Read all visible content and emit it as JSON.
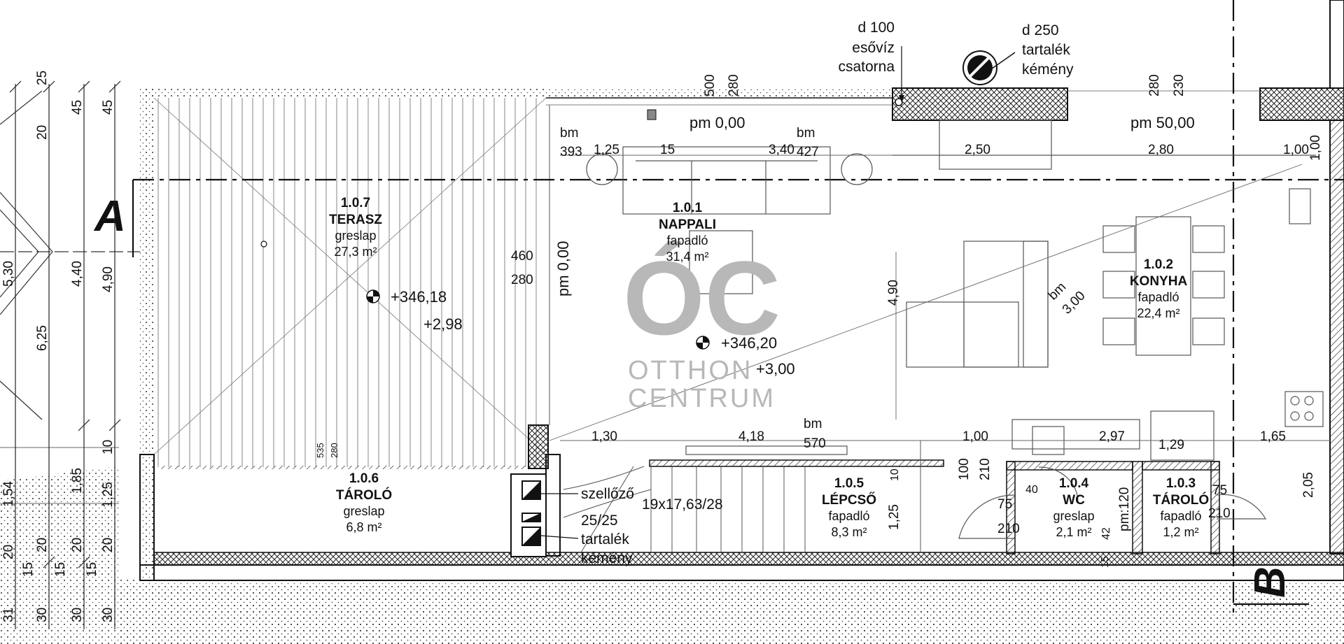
{
  "section_marks": {
    "a": "A",
    "b": "B"
  },
  "logo": {
    "mark": "ÓC",
    "line1": "OTTHON",
    "line2": "CENTRUM"
  },
  "rooms": [
    {
      "number": "1.0.7",
      "name": "TERASZ",
      "floor": "greslap",
      "area": "27,3 m²"
    },
    {
      "number": "1.0.1",
      "name": "NAPPALI",
      "floor": "fapadló",
      "area": "31,4 m²"
    },
    {
      "number": "1.0.2",
      "name": "KONYHA",
      "floor": "fapadló",
      "area": "22,4 m²"
    },
    {
      "number": "1.0.6",
      "name": "TÁROLÓ",
      "floor": "greslap",
      "area": "6,8 m²"
    },
    {
      "number": "1.0.5",
      "name": "LÉPCSŐ",
      "floor": "fapadló",
      "area": "8,3 m²"
    },
    {
      "number": "1.0.4",
      "name": "WC",
      "floor": "greslap",
      "area": "2,1 m²"
    },
    {
      "number": "1.0.3",
      "name": "TÁROLÓ",
      "floor": "fapadló",
      "area": "1,2 m²"
    }
  ],
  "levels": {
    "terrace_abs": "+346,18",
    "terrace_rel": "+2,98",
    "living_abs": "+346,20",
    "living_rel": "+3,00",
    "pm1": "pm 0,00",
    "pm2": "pm 50,00",
    "pm3": "pm 0,00"
  },
  "notes": {
    "rain_d": "d 100",
    "rain_l1": "esővíz",
    "rain_l2": "csatorna",
    "chim_d": "d 250",
    "chim_l1": "tartalék",
    "chim_l2": "kémény",
    "vent": "szellőző",
    "flue_size": "25/25",
    "flue_l1": "tartalék",
    "flue_l2": "kémény",
    "stair": "19x17,63/28",
    "pm120": "pm:120"
  },
  "dims": {
    "bm1": "bm",
    "bm1v": "393",
    "bm2": "bm",
    "bm2v": "427",
    "bm3": "bm",
    "bm3v": "570",
    "bm4": "bm",
    "bm4v": "3,00",
    "d_500": "500",
    "d_280a": "280",
    "d_280b": "280",
    "d_230": "230",
    "d_125": "1,25",
    "d_15": "15",
    "d_340": "3,40",
    "d_250": "2,50",
    "d_280c": "2,80",
    "d_100top": "1,00",
    "d_100v": "1,00",
    "d_460": "460",
    "d_280d": "280",
    "d_490": "4,90",
    "d_130": "1,30",
    "d_418": "4,18",
    "d_100b": "1,00",
    "d_297": "2,97",
    "d_129": "1,29",
    "d_165": "1,65",
    "d_100w": "100",
    "d_210w": "210",
    "d_75a": "75",
    "d_210a": "210",
    "d_40": "40",
    "d_42": "42",
    "d_75b": "75",
    "d_210b": "210",
    "d_205": "2,05",
    "d_10v": "10",
    "d_125v": "1,25",
    "d_15b": "15",
    "d_535": "535",
    "d_280e": "280",
    "l_25": "25",
    "l_45a": "45",
    "l_45b": "45",
    "l_20": "20",
    "l_530": "5,30",
    "l_440": "4,40",
    "l_490": "4,90",
    "l_625": "6,25",
    "l_10": "10",
    "l_185": "1,85",
    "l_154": "1,54",
    "l_125": "1,25",
    "b_20a": "20",
    "b_15a": "15",
    "b_20b": "20",
    "b_15b": "15",
    "b_20c": "20",
    "b_15c": "15",
    "b_20d": "20",
    "b_31": "31",
    "b_30a": "30",
    "b_30b": "30",
    "b_30c": "30"
  }
}
